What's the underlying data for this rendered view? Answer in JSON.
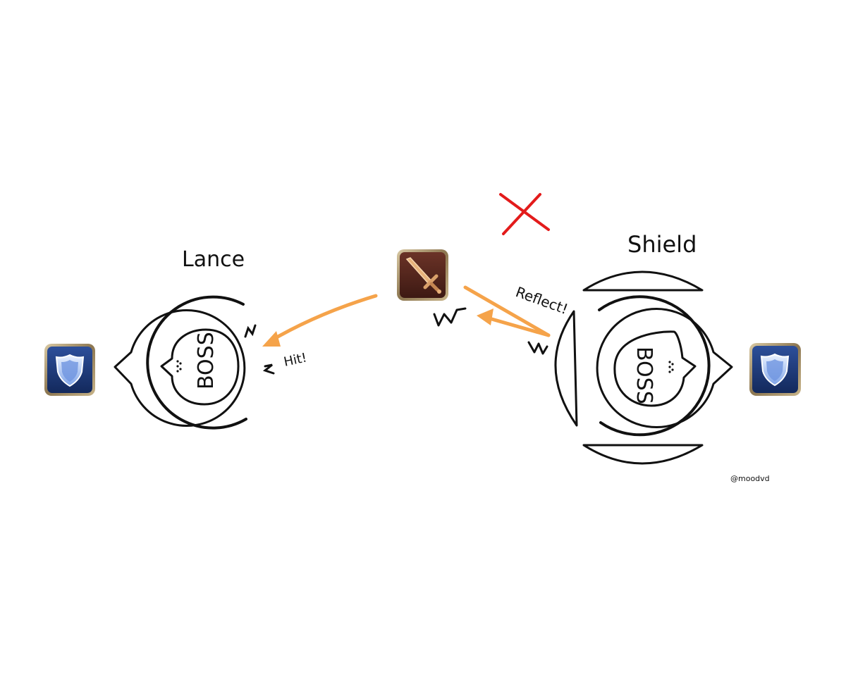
{
  "labels": {
    "lance": "Lance",
    "shield": "Shield",
    "boss_left": "BOSS",
    "boss_right": "BOSS",
    "hit": "Hit!",
    "reflect": "Reflect!",
    "credit": "@moodvd"
  },
  "icons": {
    "tank_left": "tank-shield-icon",
    "tank_right": "tank-shield-icon",
    "dps_center": "sword-icon",
    "wrong_mark": "red-x-icon"
  },
  "colors": {
    "arrow": "#f5a34a",
    "wrong_mark": "#e31b1b",
    "ink": "#111111",
    "tank_icon_bg": "#1e3a7a",
    "dps_icon_bg": "#5a2a22",
    "icon_frame": "#b8a27a"
  }
}
